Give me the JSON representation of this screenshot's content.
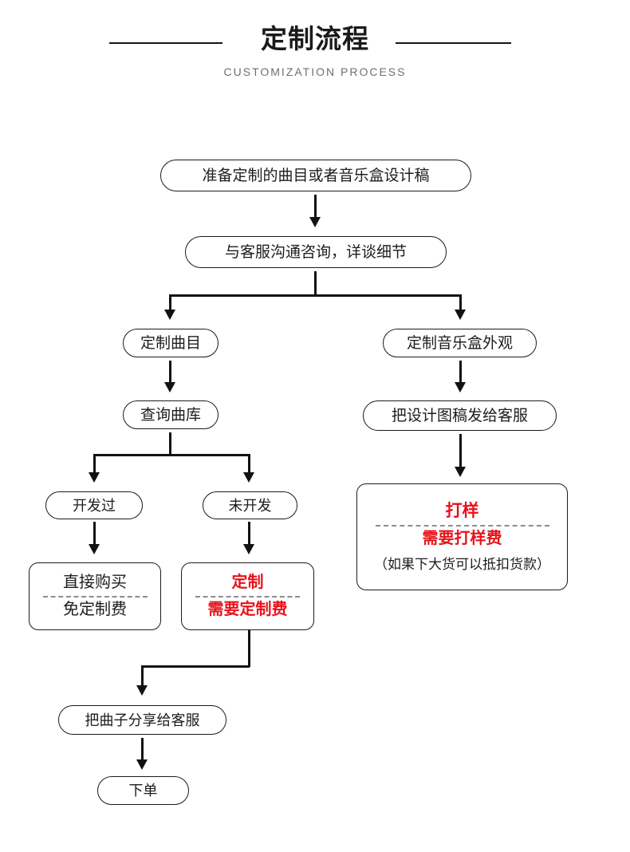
{
  "header": {
    "title": "定制流程",
    "subtitle": "CUSTOMIZATION PROCESS",
    "rule_color": "#161616",
    "title_color": "#1a1a1a",
    "subtitle_color": "#6f6f6f"
  },
  "colors": {
    "accent_red": "#e8121a",
    "line": "#121212",
    "text": "#1d1d1d",
    "divider": "#8c8c8c"
  },
  "flow": {
    "nodes": {
      "start": {
        "label": "准备定制的曲目或者音乐盒设计稿"
      },
      "consult": {
        "label": "与客服沟通咨询，详谈细节"
      },
      "custom_song": {
        "label": "定制曲目"
      },
      "custom_box": {
        "label": "定制音乐盒外观"
      },
      "search_library": {
        "label": "查询曲库"
      },
      "send_design": {
        "label": "把设计图稿发给客服"
      },
      "developed": {
        "label": "开发过"
      },
      "not_developed": {
        "label": "未开发"
      },
      "buy_direct": {
        "line_top": "直接购买",
        "line_bottom": "免定制费"
      },
      "customize": {
        "line_top": "定制",
        "line_bottom": "需要定制费"
      },
      "sampling": {
        "line_top": "打样",
        "line_bottom": "需要打样费",
        "note": "（如果下大货可以抵扣货款）"
      },
      "share_song": {
        "label": "把曲子分享给客服"
      },
      "place_order": {
        "label": "下单"
      }
    }
  }
}
